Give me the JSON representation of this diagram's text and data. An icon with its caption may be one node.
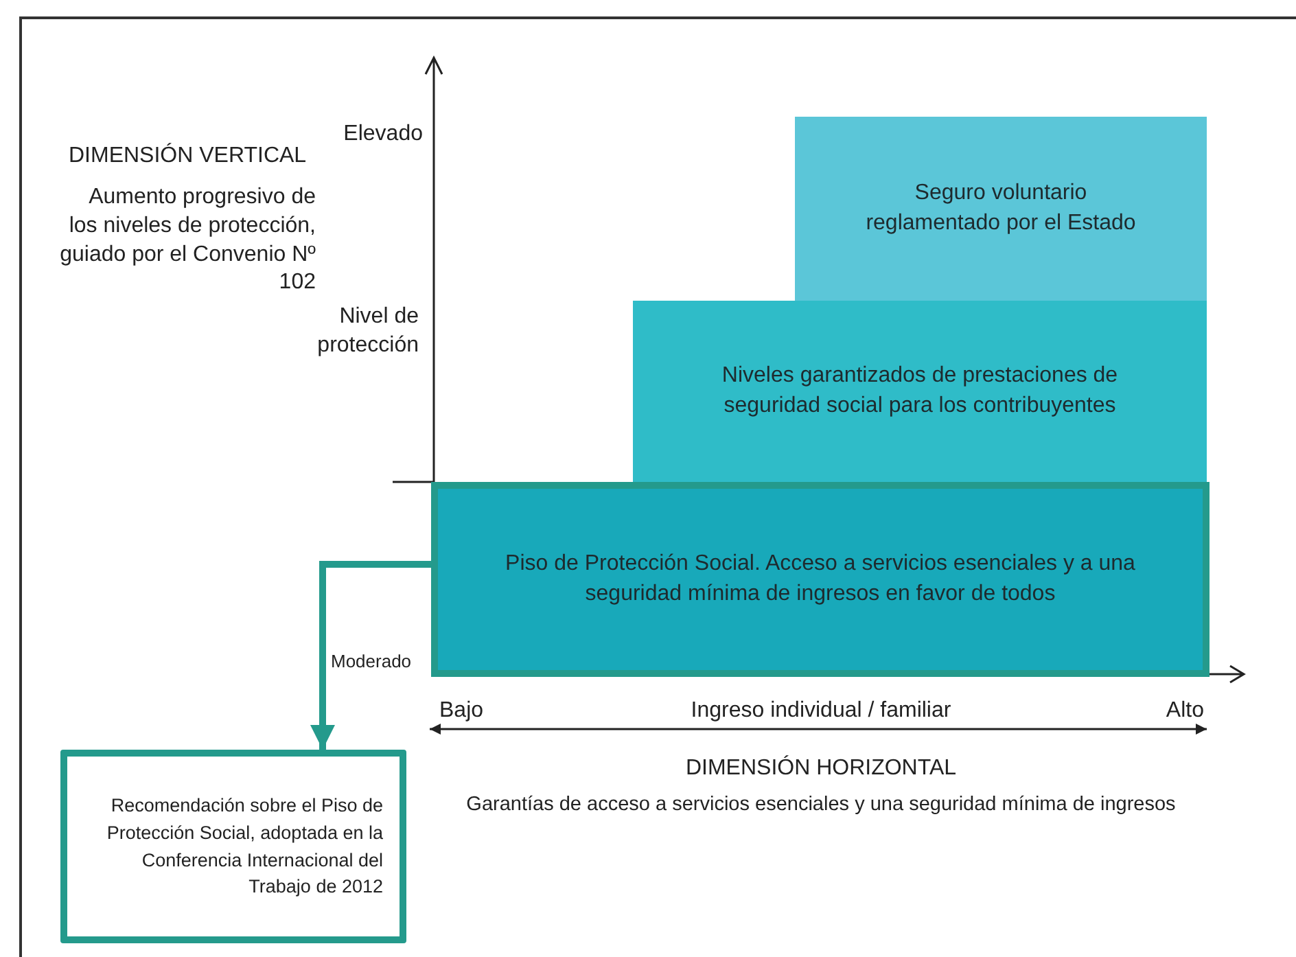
{
  "diagram": {
    "nodes": [
      {
        "text": [
          "Seguro voluntario reglamentado por el Estado"
        ]
      },
      {
        "text": [
          "Niveles garantizados de prestaciones de seguridad social para los contribuyentes"
        ]
      },
      {
        "text": [
          "Piso de Protección Social. Acceso a servicios esenciales y a una seguridad mínima de ingresos en favor de todos"
        ]
      },
      {
        "text": [
          "Recomendación sobre el Piso de Protección Social, adoptada en la Conferencia Internacional del Trabajo de 2012"
        ]
      }
    ],
    "edges": [
      {
        "from": 2,
        "to": 3,
        "arrow": "to",
        "label": "Moderado"
      }
    ],
    "labels": [
      "Elevado",
      "DIMENSIÓN VERTICAL",
      "Aumento progresivo de los niveles de protección, guiado por el Convenio Nº 102",
      "Nivel de protección",
      "Bajo",
      "Ingreso individual / familiar",
      "Alto",
      "DIMENSIÓN HORIZONTAL",
      "Garantías de acceso a servicios esenciales y una seguridad mínima de ingresos"
    ]
  }
}
